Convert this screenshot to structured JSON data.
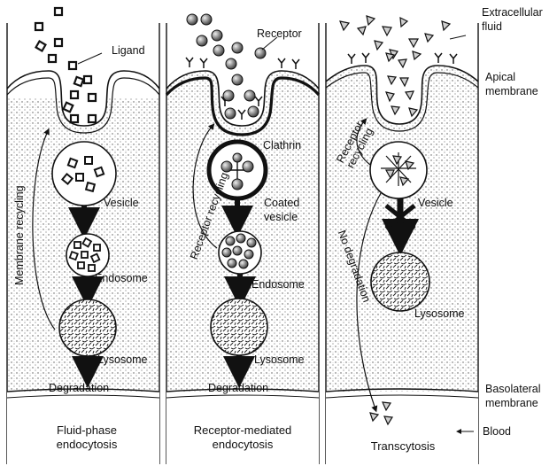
{
  "panels": [
    {
      "title_line1": "Fluid-phase",
      "title_line2": "endocytosis",
      "ligand_label": "Ligand",
      "recycling_label": "Membrane recycling",
      "vesicle_label": "Vesicle",
      "endosome_label": "Endosome",
      "lysosome_label": "Lysosome",
      "outcome_label": "Degradation"
    },
    {
      "title_line1": "Receptor-mediated",
      "title_line2": "endocytosis",
      "receptor_label": "Receptor",
      "clathrin_label": "Clathrin",
      "recycling_label": "Receptor recycling",
      "vesicle_label_line1": "Coated",
      "vesicle_label_line2": "vesicle",
      "endosome_label": "Endosome",
      "lysosome_label": "Lysosome",
      "outcome_label": "Degradation"
    },
    {
      "title": "Transcytosis",
      "recycling_label_line1": "Receptor",
      "recycling_label_line2": "recycling",
      "no_degradation_label": "No degradation",
      "vesicle_label": "Vesicle",
      "lysosome_label": "Lysosome"
    }
  ],
  "side_labels": {
    "extracellular_line1": "Extracellular",
    "extracellular_line2": "fluid",
    "apical_line1": "Apical",
    "apical_line2": "membrane",
    "basolateral_line1": "Basolateral",
    "basolateral_line2": "membrane",
    "blood": "Blood"
  }
}
